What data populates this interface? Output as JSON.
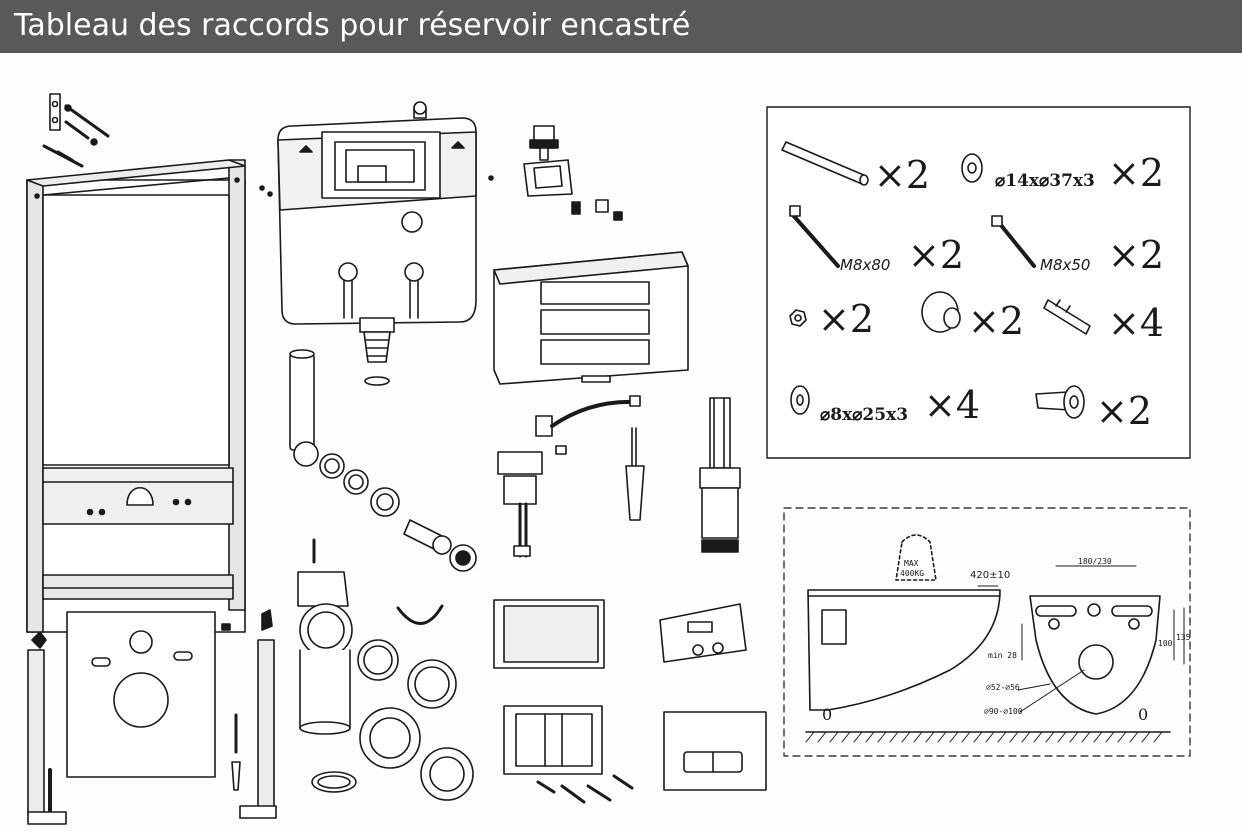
{
  "header": {
    "title": "Tableau des raccords pour réservoir encastré"
  },
  "colors": {
    "title_bar": "#595959",
    "title_text": "#ffffff",
    "line": "#1a1a1a",
    "fill_light": "#ffffff",
    "fill_grey": "#d9d9d9"
  },
  "accessories": {
    "items": [
      {
        "name": "threaded-rod",
        "size": "",
        "qty": "×2"
      },
      {
        "name": "washer",
        "size": "⌀14x⌀37x3",
        "qty": "×2"
      },
      {
        "name": "screw-m8x80",
        "size": "M8x80",
        "qty": "×2"
      },
      {
        "name": "screw-m8x50",
        "size": "M8x50",
        "qty": "×2"
      },
      {
        "name": "nut",
        "size": "",
        "qty": "×2"
      },
      {
        "name": "rubber-cap",
        "size": "",
        "qty": "×2"
      },
      {
        "name": "wall-plug",
        "size": "",
        "qty": "×4"
      },
      {
        "name": "small-washer",
        "size": "⌀8x⌀25x3",
        "qty": "×4"
      },
      {
        "name": "sleeve",
        "size": "",
        "qty": "×2"
      }
    ]
  },
  "dimensions": {
    "max_load": "MAX",
    "max_load_value": "400KG",
    "height": "420±10",
    "width_range": "180/230",
    "min_label": "min 28",
    "dim_100": "100",
    "dim_135": "135",
    "hole_small": "⌀52-⌀56",
    "hole_large": "⌀90-⌀100",
    "zero_left": "0",
    "zero_right": "0"
  }
}
